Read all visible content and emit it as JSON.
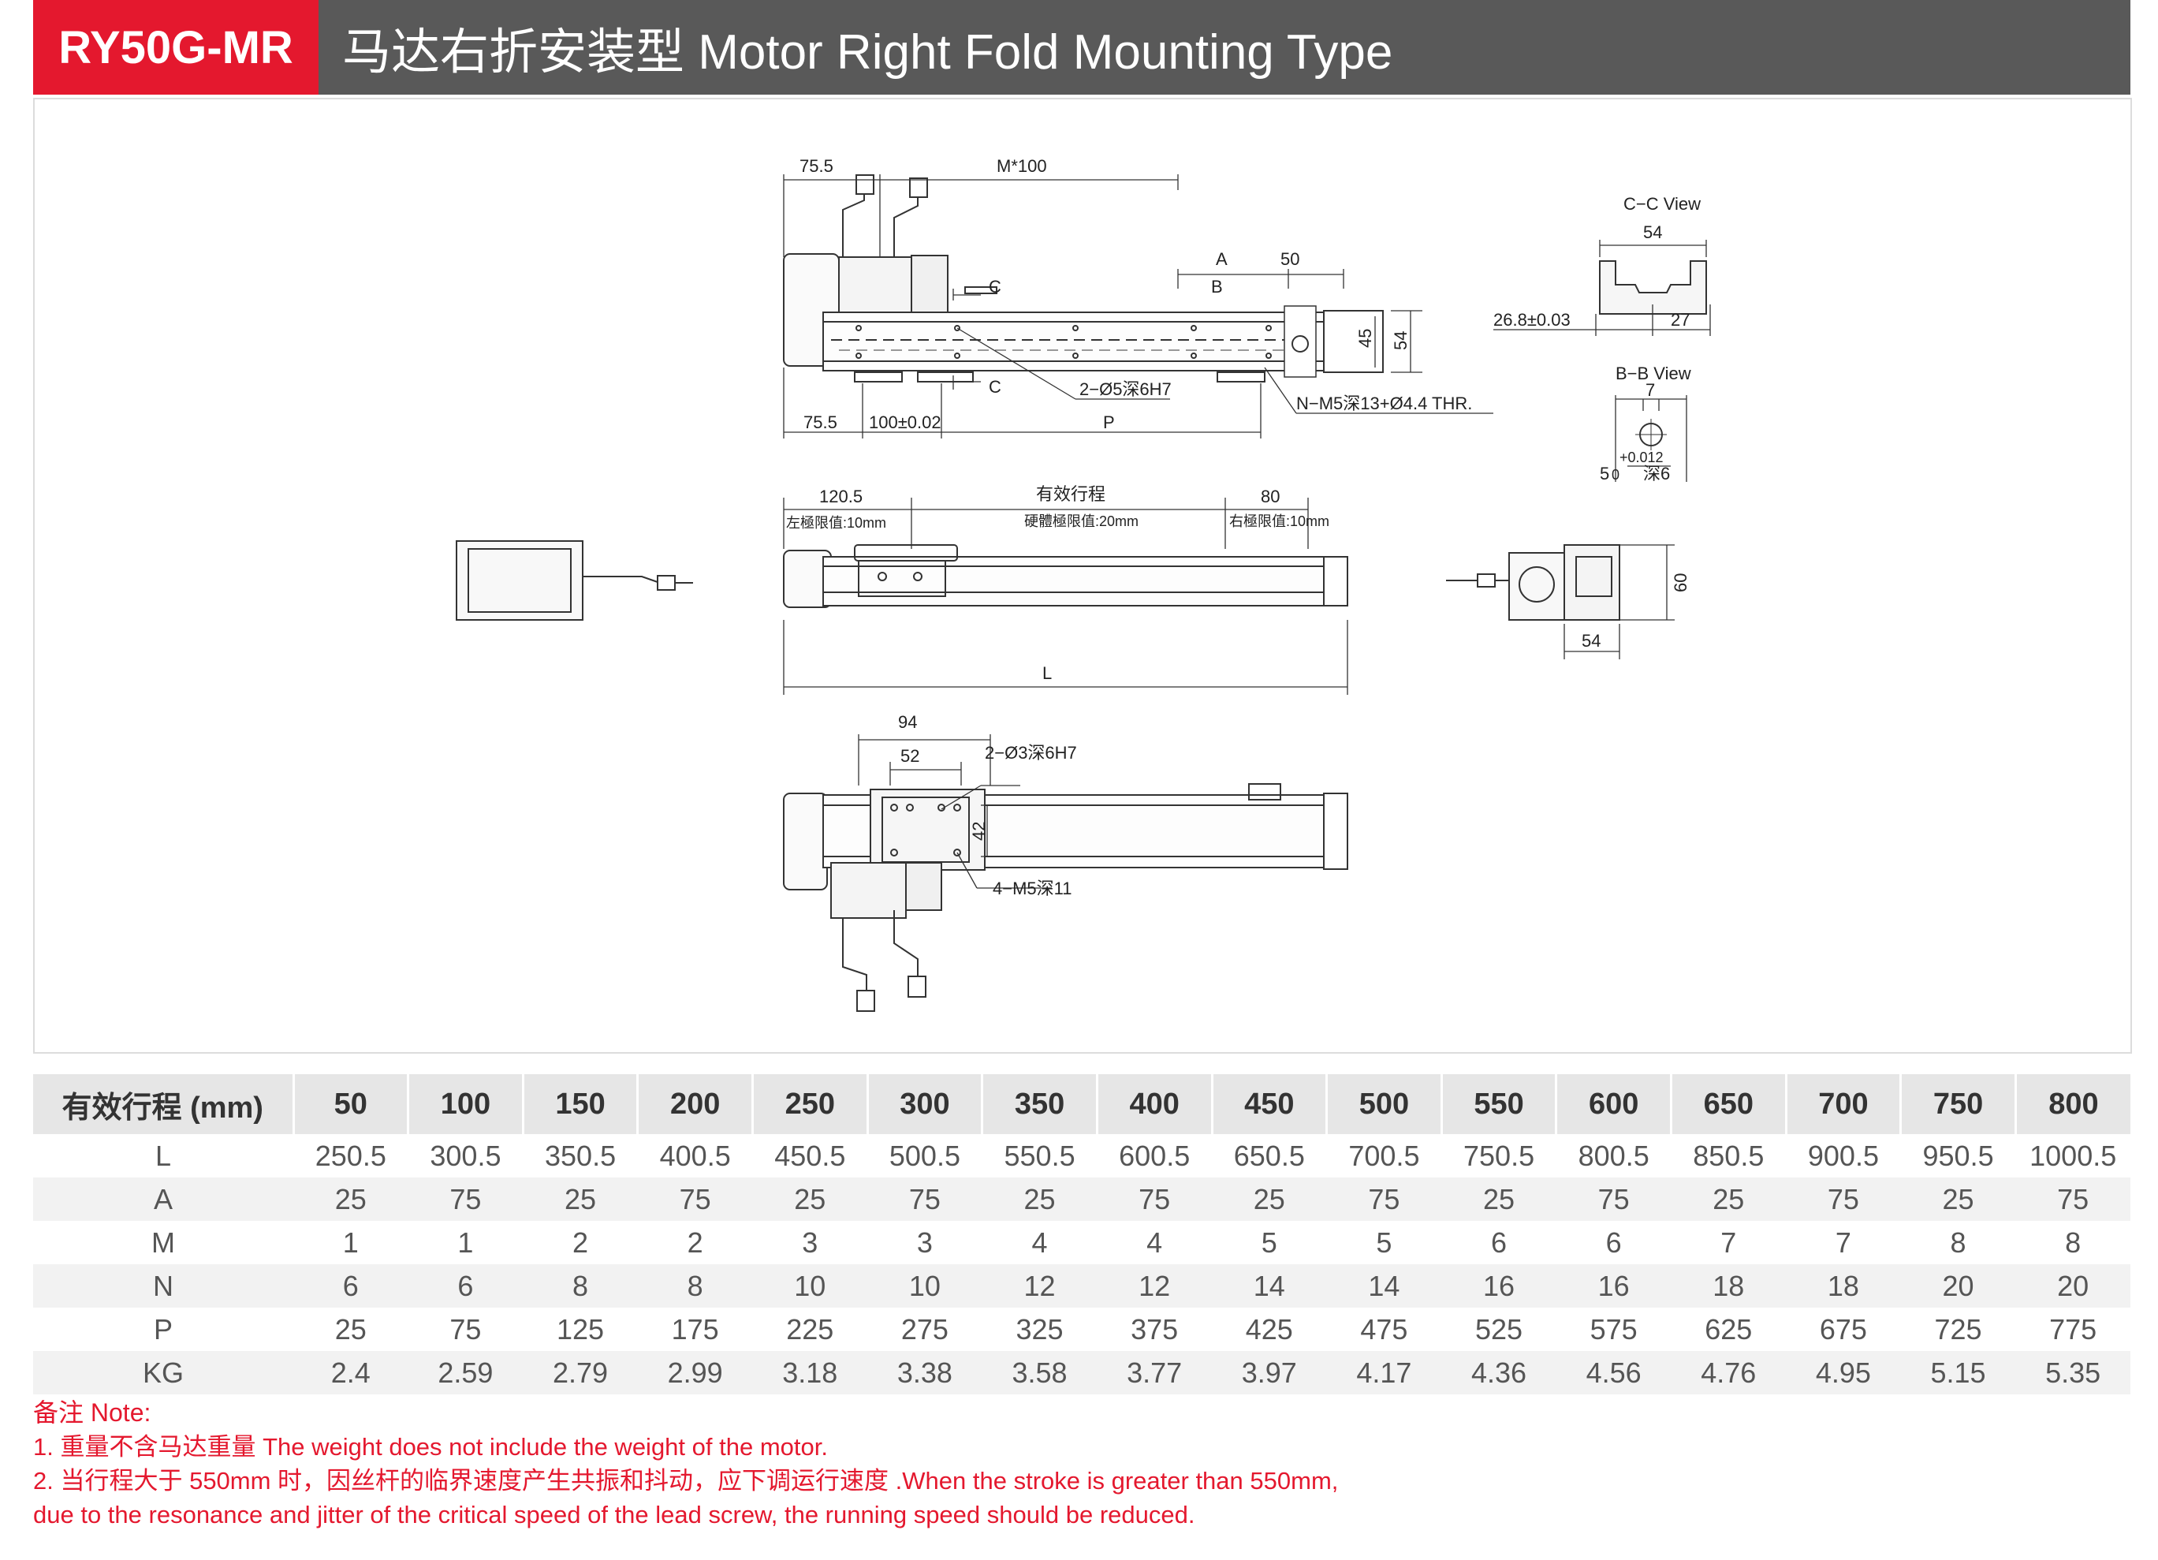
{
  "header": {
    "model": "RY50G-MR",
    "title": "马达右折安装型 Motor Right Fold Mounting Type"
  },
  "drawing": {
    "top_view": {
      "d_75_5_top": "75.5",
      "d_m100": "M*100",
      "d_a": "A",
      "d_50": "50",
      "d_b": "B",
      "d_c_top": "C",
      "d_c_bottom": "C",
      "d_45": "45",
      "d_54": "54",
      "d_2_phi5": "2−Ø5深6H7",
      "d_n_m5": "N−M5深13+Ø4.4 THR.",
      "d_75_5_bottom": "75.5",
      "d_100": "100±0.02",
      "d_p": "P"
    },
    "cc_view": {
      "title": "C−C View",
      "d_54": "54",
      "d_26_8": "26.8±0.03",
      "d_27": "27"
    },
    "bb_view": {
      "title": "B−B View",
      "d_7": "7",
      "d_tol": "+0.012",
      "d_5": "5",
      "d_0": "0",
      "d_depth": "深6"
    },
    "side_view": {
      "d_120_5": "120.5",
      "d_stroke": "有效行程",
      "d_80": "80",
      "d_left_limit": "左極限值:10mm",
      "d_hard_limit": "硬體極限值:20mm",
      "d_right_limit": "右極限值:10mm",
      "d_l": "L"
    },
    "end_view": {
      "d_60": "60",
      "d_54": "54"
    },
    "bottom_view": {
      "d_94": "94",
      "d_52": "52",
      "d_2_phi3": "2−Ø3深6H7",
      "d_42": "42",
      "d_4_m5": "4−M5深11"
    }
  },
  "table": {
    "header_label": "有效行程 (mm)",
    "columns": [
      "50",
      "100",
      "150",
      "200",
      "250",
      "300",
      "350",
      "400",
      "450",
      "500",
      "550",
      "600",
      "650",
      "700",
      "750",
      "800"
    ],
    "rows": [
      {
        "label": "L",
        "values": [
          "250.5",
          "300.5",
          "350.5",
          "400.5",
          "450.5",
          "500.5",
          "550.5",
          "600.5",
          "650.5",
          "700.5",
          "750.5",
          "800.5",
          "850.5",
          "900.5",
          "950.5",
          "1000.5"
        ]
      },
      {
        "label": "A",
        "values": [
          "25",
          "75",
          "25",
          "75",
          "25",
          "75",
          "25",
          "75",
          "25",
          "75",
          "25",
          "75",
          "25",
          "75",
          "25",
          "75"
        ]
      },
      {
        "label": "M",
        "values": [
          "1",
          "1",
          "2",
          "2",
          "3",
          "3",
          "4",
          "4",
          "5",
          "5",
          "6",
          "6",
          "7",
          "7",
          "8",
          "8"
        ]
      },
      {
        "label": "N",
        "values": [
          "6",
          "6",
          "8",
          "8",
          "10",
          "10",
          "12",
          "12",
          "14",
          "14",
          "16",
          "16",
          "18",
          "18",
          "20",
          "20"
        ]
      },
      {
        "label": "P",
        "values": [
          "25",
          "75",
          "125",
          "175",
          "225",
          "275",
          "325",
          "375",
          "425",
          "475",
          "525",
          "575",
          "625",
          "675",
          "725",
          "775"
        ]
      },
      {
        "label": "KG",
        "values": [
          "2.4",
          "2.59",
          "2.79",
          "2.99",
          "3.18",
          "3.38",
          "3.58",
          "3.77",
          "3.97",
          "4.17",
          "4.36",
          "4.56",
          "4.76",
          "4.95",
          "5.15",
          "5.35"
        ]
      }
    ]
  },
  "notes": {
    "title": "备注 Note:",
    "line1": "1. 重量不含马达重量 The weight does not include the weight of the motor.",
    "line2": "2. 当行程大于 550mm 时，因丝杆的临界速度产生共振和抖动，应下调运行速度 .When the stroke is greater than 550mm,",
    "line3": "due to the resonance and jitter of the critical speed of the lead screw, the running speed should be reduced."
  }
}
